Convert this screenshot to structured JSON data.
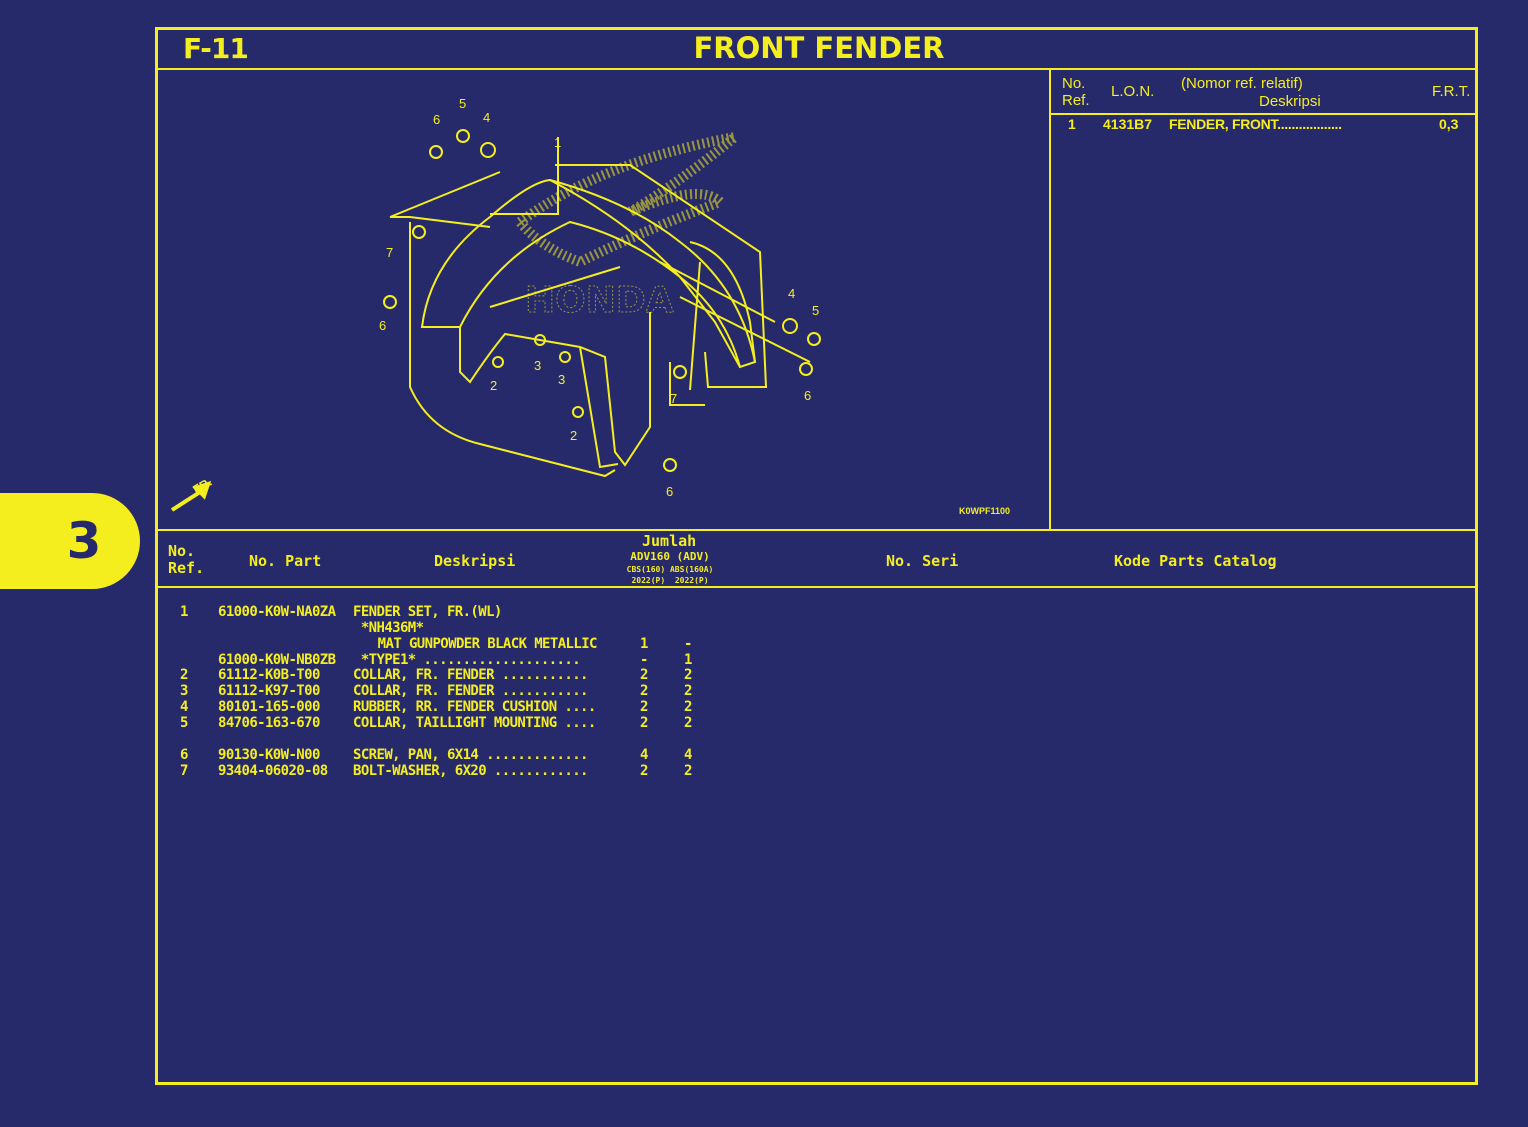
{
  "header": {
    "code": "F-11",
    "title": "FRONT FENDER"
  },
  "side_tab": {
    "label": "3"
  },
  "diagram": {
    "code": "K0WPF1100",
    "direction_label": "FR.",
    "logo_text": "HONDA",
    "callouts": [
      "1",
      "2",
      "2",
      "3",
      "3",
      "4",
      "4",
      "5",
      "5",
      "6",
      "6",
      "6",
      "6",
      "7",
      "7"
    ]
  },
  "ref_table": {
    "headers": {
      "no_ref": "No.\nRef.",
      "lon": "L.O.N.",
      "desc_top": "(Nomor ref. relatif)",
      "desc": "Deskripsi",
      "frt": "F.R.T."
    },
    "rows": [
      {
        "no": "1",
        "lon": "4131B7",
        "desc": "FENDER, FRONT..................",
        "frt": "0,3"
      }
    ]
  },
  "parts_table": {
    "headers": {
      "no_ref": "No.\nRef.",
      "no_part": "No. Part",
      "deskripsi": "Deskripsi",
      "jumlah": "Jumlah",
      "model": "ADV160 (ADV)",
      "variants": "CBS(160) ABS(160A)",
      "years": "2022(P)  2022(P)",
      "no_seri": "No. Seri",
      "kode": "Kode Parts Catalog"
    },
    "rows": [
      {
        "ref": "1",
        "part": "61000-K0W-NA0ZA",
        "desc": "FENDER SET, FR.(WL)",
        "q1": "",
        "q2": ""
      },
      {
        "ref": "",
        "part": "",
        "desc": " *NH436M*",
        "q1": "",
        "q2": ""
      },
      {
        "ref": "",
        "part": "",
        "desc": "  MAT GUNPOWDER BLACK METALLIC",
        "q1": "1",
        "q2": "-"
      },
      {
        "ref": "",
        "part": "61000-K0W-NB0ZB",
        "desc": " *TYPE1* ....................",
        "q1": "-",
        "q2": "1"
      },
      {
        "ref": "2",
        "part": "61112-K0B-T00",
        "desc": "COLLAR, FR. FENDER ...........",
        "q1": "2",
        "q2": "2"
      },
      {
        "ref": "3",
        "part": "61112-K97-T00",
        "desc": "COLLAR, FR. FENDER ...........",
        "q1": "2",
        "q2": "2"
      },
      {
        "ref": "4",
        "part": "80101-165-000",
        "desc": "RUBBER, RR. FENDER CUSHION ....",
        "q1": "2",
        "q2": "2"
      },
      {
        "ref": "5",
        "part": "84706-163-670",
        "desc": "COLLAR, TAILLIGHT MOUNTING ....",
        "q1": "2",
        "q2": "2"
      },
      {
        "ref": "6",
        "part": "90130-K0W-N00",
        "desc": "SCREW, PAN, 6X14 .............",
        "q1": "4",
        "q2": "4"
      },
      {
        "ref": "7",
        "part": "93404-06020-08",
        "desc": "BOLT-WASHER, 6X20 ............",
        "q1": "2",
        "q2": "2"
      }
    ]
  },
  "colors": {
    "background": "#262a6a",
    "foreground": "#f5ee1e"
  }
}
